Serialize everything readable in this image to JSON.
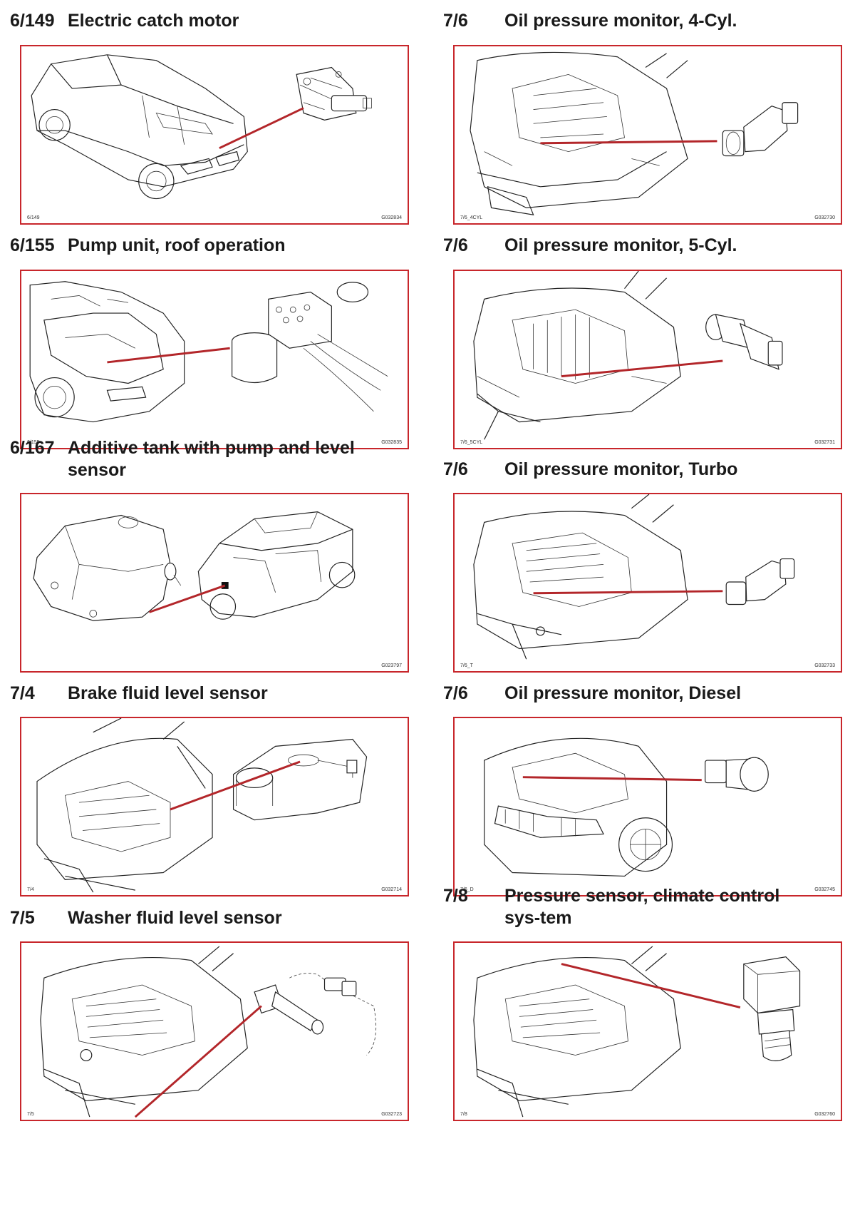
{
  "entries": [
    {
      "code": "6/149",
      "title": "Electric catch motor",
      "label_left": "6/149",
      "label_right": "G032834",
      "icon": "convertible-rear-catch-motor"
    },
    {
      "code": "7/6",
      "title": "Oil pressure monitor, 4-Cyl.",
      "label_left": "7/6_4CYL",
      "label_right": "G032730",
      "icon": "engine-bay-oil-pressure-sensor"
    },
    {
      "code": "6/155",
      "title": "Pump unit, roof operation",
      "label_left": "6/155",
      "label_right": "G032835",
      "icon": "trunk-hydraulic-pump-unit"
    },
    {
      "code": "7/6",
      "title": "Oil pressure monitor, 5-Cyl.",
      "label_left": "7/6_5CYL",
      "label_right": "G032731",
      "icon": "engine-bay-oil-pressure-sensor"
    },
    {
      "code": "6/167",
      "title": "Additive tank with pump and level sensor",
      "label_left": "",
      "label_right": "G023797",
      "icon": "additive-tank-sedan"
    },
    {
      "code": "7/6",
      "title": "Oil pressure monitor, Turbo",
      "label_left": "7/6_T",
      "label_right": "G032733",
      "icon": "engine-bay-oil-pressure-sensor"
    },
    {
      "code": "7/4",
      "title": "Brake fluid level sensor",
      "label_left": "7/4",
      "label_right": "G032714",
      "icon": "brake-fluid-reservoir"
    },
    {
      "code": "7/6",
      "title": "Oil pressure monitor, Diesel",
      "label_left": "7/6_D",
      "label_right": "G032745",
      "icon": "engine-bay-oil-pressure-sensor"
    },
    {
      "code": "7/5",
      "title": "Washer fluid level sensor",
      "label_left": "7/5",
      "label_right": "G032723",
      "icon": "washer-fluid-level-sensor"
    },
    {
      "code": "7/8",
      "title": "Pressure sensor, climate control sys-tem",
      "label_left": "7/8",
      "label_right": "G032760",
      "icon": "climate-pressure-sensor"
    }
  ]
}
